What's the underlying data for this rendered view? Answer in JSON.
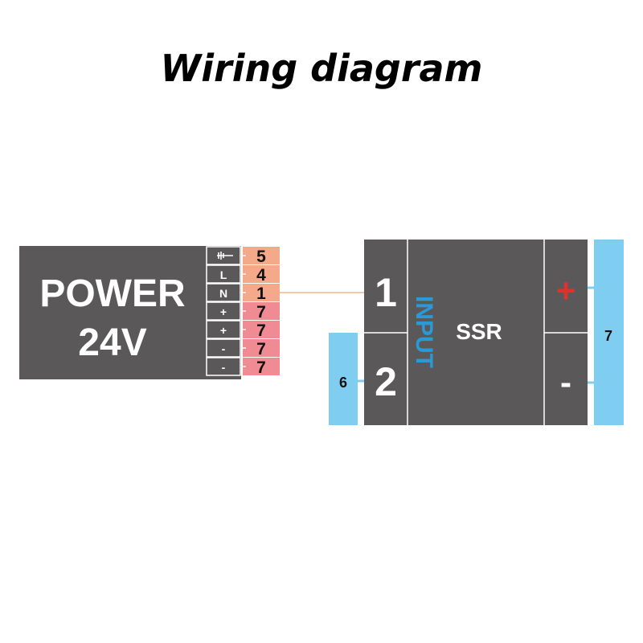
{
  "title": "Wiring diagram",
  "power_supply": {
    "label_line1": "POWER",
    "label_line2": "24V",
    "terminals": [
      {
        "symbol": "ground-icon",
        "label": "",
        "wire": "5"
      },
      {
        "symbol": "",
        "label": "L",
        "wire": "4"
      },
      {
        "symbol": "",
        "label": "N",
        "wire": "1"
      },
      {
        "symbol": "",
        "label": "+",
        "wire": "7"
      },
      {
        "symbol": "",
        "label": "+",
        "wire": "7"
      },
      {
        "symbol": "",
        "label": "-",
        "wire": "7"
      },
      {
        "symbol": "",
        "label": "-",
        "wire": "7"
      }
    ]
  },
  "ssr": {
    "label": "SSR",
    "input_label": "INPUT",
    "input_terminals": [
      "1",
      "2"
    ],
    "output_terminals": [
      "+",
      "-"
    ]
  },
  "connectors": {
    "left_wire": "6",
    "right_wire": "7"
  },
  "colors": {
    "block": "#5a5859",
    "terminal_orange": "#f4a98a",
    "terminal_pink": "#f08a93",
    "connector_blue": "#7fcdf0",
    "input_text": "#2a9ad6",
    "plus_red": "#e3302e"
  }
}
